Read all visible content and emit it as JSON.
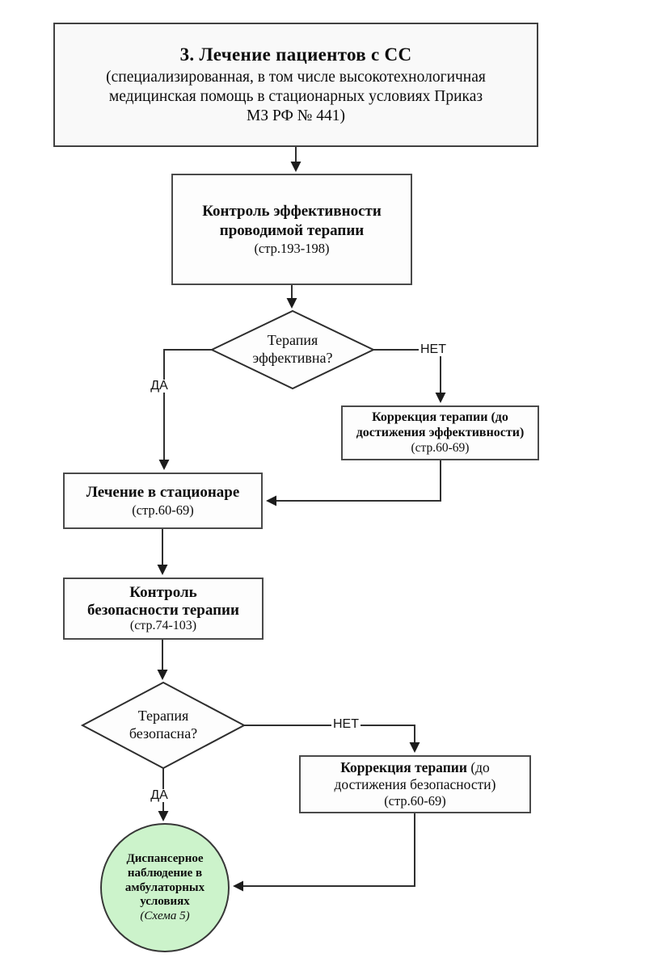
{
  "colors": {
    "background": "#ffffff",
    "line": "#303030",
    "box_border": "#4a4a4a",
    "box_fill": "#fdfdfd",
    "title_box_fill": "#f9f9f9",
    "dispensary_fill": "#ccf3cb",
    "text": "#0d0d0d"
  },
  "nodes": {
    "title": {
      "heading": "3. Лечение пациентов с СС",
      "subtitle": "(специализированная, в том числе высокотехнологичная\nмедицинская помощь в стационарных условиях Приказ\nМЗ РФ № 441)"
    },
    "efficacy_control": {
      "title": "Контроль эффективности\nпроводимой терапии",
      "pages": "(стр.193-198)"
    },
    "efficacy_decision": {
      "question": "Терапия\nэффективна?"
    },
    "efficacy_correction": {
      "title": "Коррекция терапии (до\nдостижения эффективности)",
      "pages": "(стр.60-69)"
    },
    "inpatient": {
      "title": "Лечение в стационаре",
      "pages": "(стр.60-69)"
    },
    "safety_control": {
      "title": "Контроль\nбезопасности  терапии",
      "pages": "(стр.74-103)"
    },
    "safety_decision": {
      "question": "Терапия\nбезопасна?"
    },
    "safety_correction": {
      "title_bold": "Коррекция терапии",
      "title_rest": " (до\nдостижения безопасности)",
      "pages": "(стр.60-69)"
    },
    "dispensary": {
      "title": "Диспансерное\nнаблюдение в\nамбулаторных\nусловиях",
      "note": "(Схема 5)"
    }
  },
  "edge_labels": {
    "yes1": "ДА",
    "no1": "НЕТ",
    "yes2": "ДА",
    "no2": "НЕТ"
  }
}
